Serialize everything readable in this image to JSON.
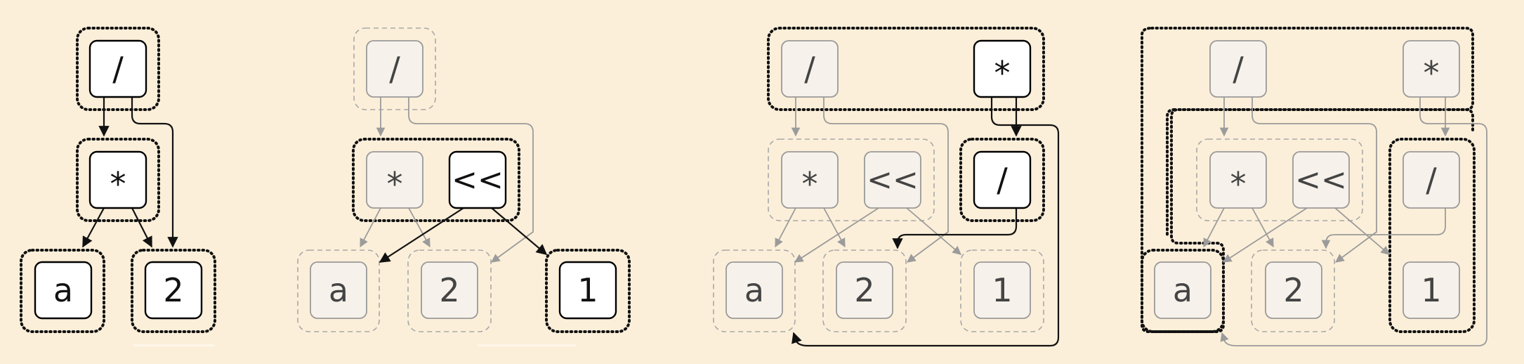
{
  "colors": {
    "background": "#fcefd9",
    "active_fill": "#ffffff",
    "active_stroke": "#000000",
    "active_text": "#111111",
    "faded_fill": "#f6f1ea",
    "faded_stroke": "#9a9a9a",
    "faded_text": "#444444",
    "faded_edge": "#9b9b9b"
  },
  "panels": [
    {
      "nodes": [
        {
          "id": "div",
          "label": "/",
          "state": "active"
        },
        {
          "id": "mul",
          "label": "*",
          "state": "active"
        },
        {
          "id": "a",
          "label": "a",
          "state": "active"
        },
        {
          "id": "two",
          "label": "2",
          "state": "active"
        }
      ],
      "groups": [
        {
          "id": "g-div",
          "state": "active"
        },
        {
          "id": "g-mul",
          "state": "active"
        },
        {
          "id": "g-a",
          "state": "active"
        },
        {
          "id": "g-two",
          "state": "active"
        }
      ],
      "edges": [
        {
          "from": "div",
          "to": "mul",
          "state": "active"
        },
        {
          "from": "div",
          "to": "two",
          "state": "active"
        },
        {
          "from": "mul",
          "to": "a",
          "state": "active"
        },
        {
          "from": "mul",
          "to": "two",
          "state": "active"
        }
      ]
    },
    {
      "nodes": [
        {
          "id": "div",
          "label": "/",
          "state": "faded"
        },
        {
          "id": "mul",
          "label": "*",
          "state": "faded"
        },
        {
          "id": "shl",
          "label": "<<",
          "state": "active"
        },
        {
          "id": "a",
          "label": "a",
          "state": "faded"
        },
        {
          "id": "two",
          "label": "2",
          "state": "faded"
        },
        {
          "id": "one",
          "label": "1",
          "state": "active"
        }
      ],
      "groups": [
        {
          "id": "g-div",
          "state": "faded"
        },
        {
          "id": "g-mul-shl",
          "state": "active"
        },
        {
          "id": "g-a",
          "state": "faded"
        },
        {
          "id": "g-two",
          "state": "faded"
        },
        {
          "id": "g-one",
          "state": "active"
        }
      ],
      "edges": [
        {
          "from": "div",
          "to": "mul",
          "state": "faded"
        },
        {
          "from": "div",
          "to": "two",
          "state": "faded"
        },
        {
          "from": "mul",
          "to": "a",
          "state": "faded"
        },
        {
          "from": "mul",
          "to": "two",
          "state": "faded"
        },
        {
          "from": "shl",
          "to": "a",
          "state": "active"
        },
        {
          "from": "shl",
          "to": "one",
          "state": "active"
        }
      ]
    },
    {
      "nodes": [
        {
          "id": "div",
          "label": "/",
          "state": "faded"
        },
        {
          "id": "mul2",
          "label": "*",
          "state": "active"
        },
        {
          "id": "mul",
          "label": "*",
          "state": "faded"
        },
        {
          "id": "shl",
          "label": "<<",
          "state": "faded"
        },
        {
          "id": "div2",
          "label": "/",
          "state": "active"
        },
        {
          "id": "a",
          "label": "a",
          "state": "faded"
        },
        {
          "id": "two",
          "label": "2",
          "state": "faded"
        },
        {
          "id": "one",
          "label": "1",
          "state": "faded"
        }
      ],
      "groups": [
        {
          "id": "g-top",
          "state": "active"
        },
        {
          "id": "g-mul-shl",
          "state": "faded"
        },
        {
          "id": "g-div2",
          "state": "active"
        },
        {
          "id": "g-a",
          "state": "faded"
        },
        {
          "id": "g-two",
          "state": "faded"
        },
        {
          "id": "g-one",
          "state": "faded"
        }
      ],
      "edges": [
        {
          "from": "div",
          "to": "mul",
          "state": "faded"
        },
        {
          "from": "div",
          "to": "two",
          "state": "faded"
        },
        {
          "from": "mul",
          "to": "a",
          "state": "faded"
        },
        {
          "from": "mul",
          "to": "two",
          "state": "faded"
        },
        {
          "from": "shl",
          "to": "a",
          "state": "faded"
        },
        {
          "from": "shl",
          "to": "one",
          "state": "faded"
        },
        {
          "from": "mul2",
          "to": "div2",
          "state": "active"
        },
        {
          "from": "mul2",
          "to": "a",
          "state": "active"
        },
        {
          "from": "div2",
          "to": "two",
          "state": "active"
        }
      ]
    },
    {
      "nodes": [
        {
          "id": "div",
          "label": "/",
          "state": "faded"
        },
        {
          "id": "mul2",
          "label": "*",
          "state": "faded"
        },
        {
          "id": "mul",
          "label": "*",
          "state": "faded"
        },
        {
          "id": "shl",
          "label": "<<",
          "state": "faded"
        },
        {
          "id": "div2",
          "label": "/",
          "state": "faded"
        },
        {
          "id": "a",
          "label": "a",
          "state": "faded"
        },
        {
          "id": "two",
          "label": "2",
          "state": "faded"
        },
        {
          "id": "one",
          "label": "1",
          "state": "faded"
        }
      ],
      "groups": [
        {
          "id": "g-outer",
          "state": "active"
        },
        {
          "id": "g-inner",
          "state": "active"
        },
        {
          "id": "g-div2-one",
          "state": "active"
        },
        {
          "id": "g-a",
          "state": "active"
        },
        {
          "id": "g-mul-shl",
          "state": "faded"
        },
        {
          "id": "g-two",
          "state": "faded"
        }
      ],
      "edges": [
        {
          "from": "div",
          "to": "mul",
          "state": "faded"
        },
        {
          "from": "div",
          "to": "two",
          "state": "faded"
        },
        {
          "from": "mul",
          "to": "a",
          "state": "faded"
        },
        {
          "from": "mul",
          "to": "two",
          "state": "faded"
        },
        {
          "from": "shl",
          "to": "a",
          "state": "faded"
        },
        {
          "from": "shl",
          "to": "one",
          "state": "faded"
        },
        {
          "from": "mul2",
          "to": "div2",
          "state": "faded"
        },
        {
          "from": "mul2",
          "to": "a",
          "state": "faded"
        },
        {
          "from": "div2",
          "to": "two",
          "state": "faded"
        }
      ]
    }
  ]
}
